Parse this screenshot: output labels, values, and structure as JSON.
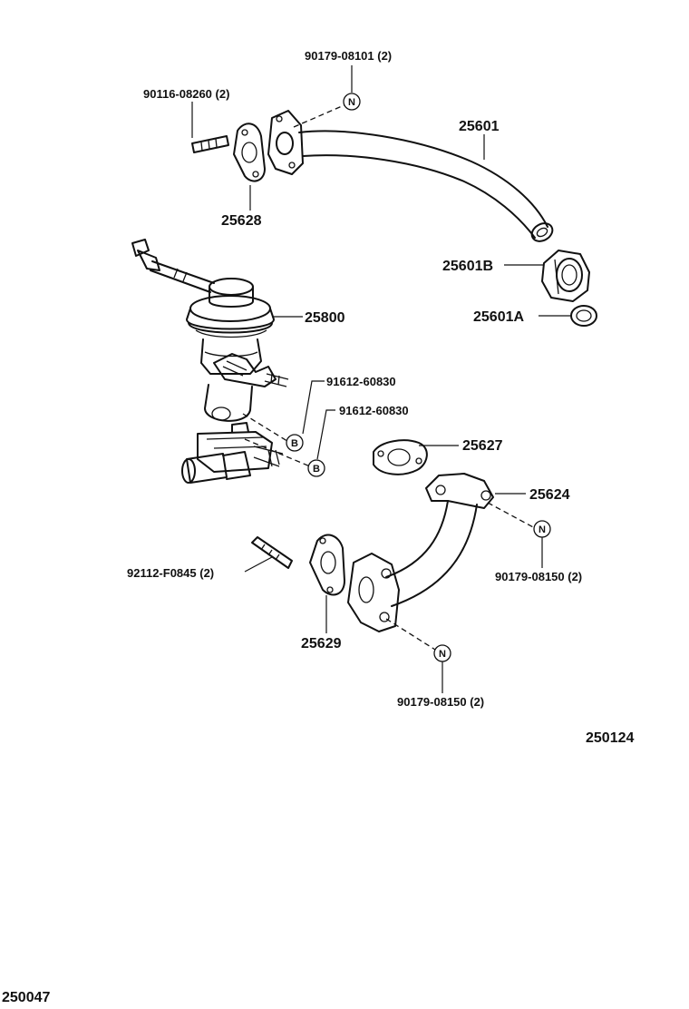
{
  "labels": {
    "pipe_bolt_n": "90179-08101 (2)",
    "stud_top": "90116-08260 (2)",
    "pipe_upper": "25601",
    "gasket_upper": "25628",
    "union_b": "25601B",
    "union_a": "25601A",
    "egr_valve": "25800",
    "bolt_b1": "91612-60830",
    "bolt_b2": "91612-60830",
    "gasket_mid": "25627",
    "pipe_lower": "25624",
    "nut_right": "90179-08150 (2)",
    "stud_left": "92112-F0845 (2)",
    "gasket_lower": "25629",
    "nut_bottom": "90179-08150 (2)",
    "ref_right": "250124",
    "ref_bottom": "250047"
  },
  "markers": {
    "n": "N",
    "b": "B"
  }
}
